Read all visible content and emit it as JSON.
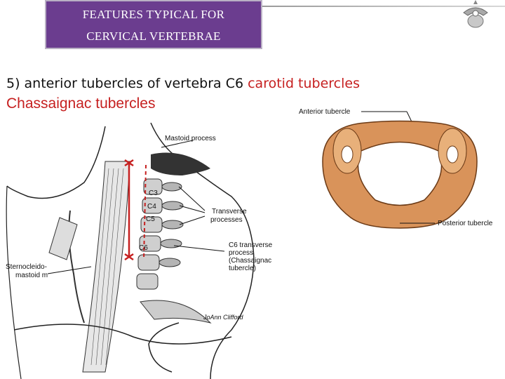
{
  "header": {
    "title_line1": "FEATURES TYPICAL FOR",
    "title_line2": "CERVICAL VERTEBRAE"
  },
  "content": {
    "subtitle_prefix": "5) anterior tubercles of vertebra C6 ",
    "subtitle_highlight": "carotid tubercles",
    "subtitle2": "Chassaignac tubercles"
  },
  "neck_figure": {
    "mastoid": "Mastoid process",
    "c3": "C3",
    "c4": "C4",
    "c5": "C5",
    "c6": "C6",
    "transverse_1": "Transverse",
    "transverse_2": "processes",
    "c6tp_1": "C6 transverse",
    "c6tp_2": "process",
    "c6tp_3": "(Chassaignac",
    "c6tp_4": "tubercle)",
    "scm_1": "Sternocleido-",
    "scm_2": "mastoid m",
    "signature": "JoAnn Clifford"
  },
  "vertebra_figure": {
    "anterior": "Anterior tubercle",
    "posterior": "Posterior tubercle"
  },
  "colors": {
    "header_bg": "#6b3d8f",
    "highlight_red": "#c62020",
    "bone": "#d9935a"
  }
}
